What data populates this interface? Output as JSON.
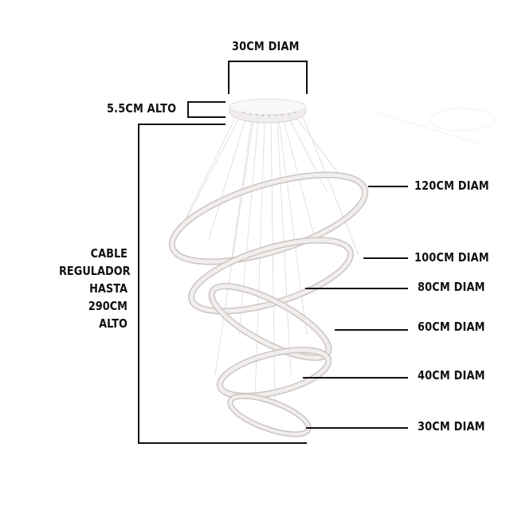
{
  "product_diagram": {
    "canopy": {
      "diameter_label": "30CM DIAM",
      "height_label": "5.5CM ALTO"
    },
    "cable": {
      "lines": [
        "CABLE",
        "REGULADOR",
        "HASTA",
        "290CM",
        "ALTO"
      ]
    },
    "rings": [
      {
        "label": "120CM DIAM"
      },
      {
        "label": "100CM DIAM"
      },
      {
        "label": "80CM DIAM"
      },
      {
        "label": "60CM DIAM"
      },
      {
        "label": "40CM DIAM"
      },
      {
        "label": "30CM DIAM"
      }
    ],
    "colors": {
      "ring": "#e8e4e2",
      "ring_shadow": "#c9c3c0",
      "dimension_line": "#111111",
      "cable": "#d9d6d4"
    }
  }
}
